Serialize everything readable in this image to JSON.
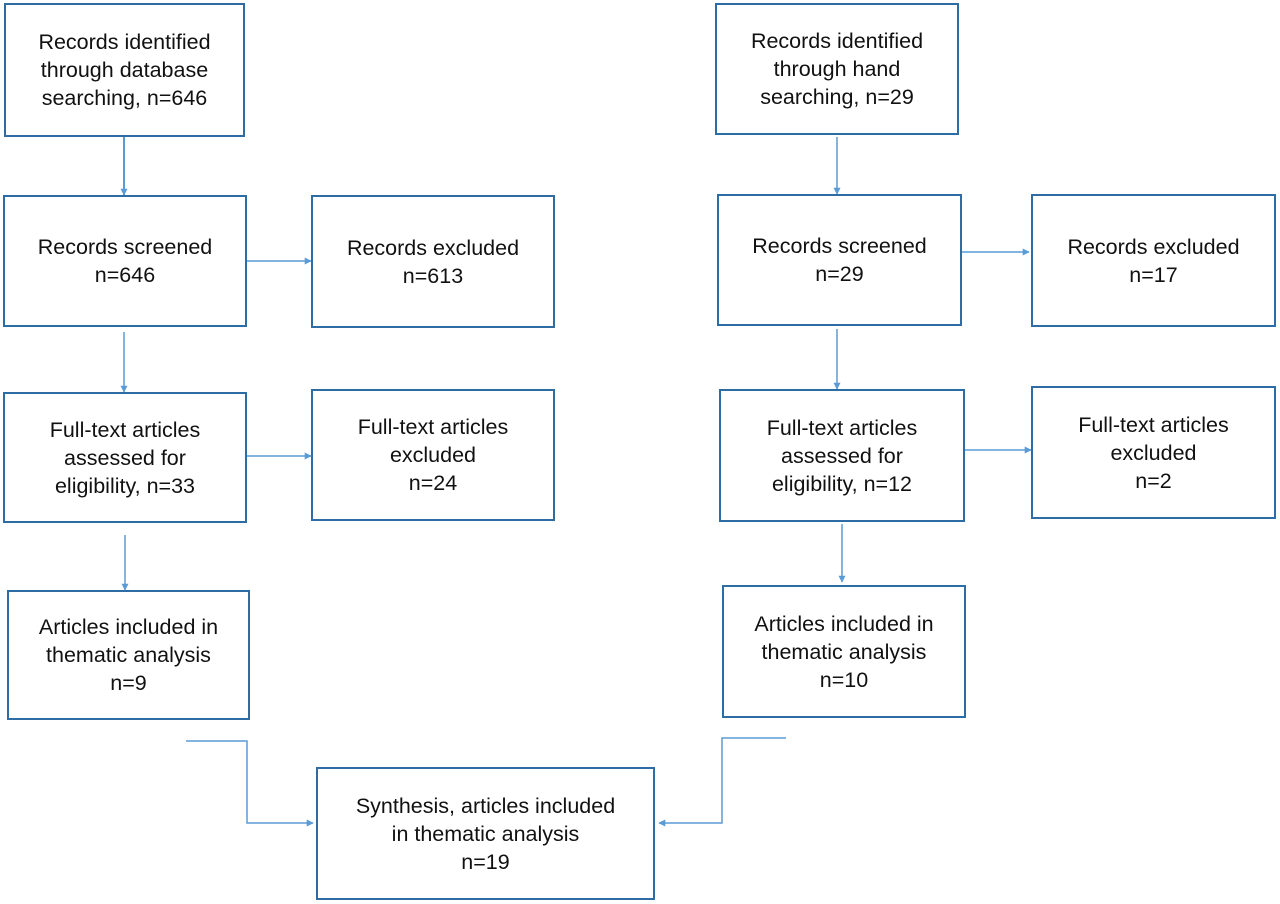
{
  "boxes": {
    "db_identified": "Records identified\nthrough database\nsearching, n=646",
    "db_screened": "Records screened\nn=646",
    "db_excluded": "Records excluded\nn=613",
    "db_fulltext": "Full-text articles\nassessed for\neligibility, n=33",
    "db_fulltext_excluded": "Full-text articles\nexcluded\nn=24",
    "db_included": "Articles included in\nthematic analysis\nn=9",
    "hand_identified": "Records identified\nthrough hand\nsearching, n=29",
    "hand_screened": "Records screened\nn=29",
    "hand_excluded": "Records excluded\nn=17",
    "hand_fulltext": "Full-text articles\nassessed for\neligibility, n=12",
    "hand_fulltext_excluded": "Full-text articles\nexcluded\nn=2",
    "hand_included": "Articles included in\nthematic analysis\nn=10",
    "synthesis": "Synthesis, articles included\nin thematic analysis\nn=19"
  },
  "colors": {
    "box_border": "#2e6da4",
    "connector": "#5b9bd5",
    "text": "#111111"
  }
}
